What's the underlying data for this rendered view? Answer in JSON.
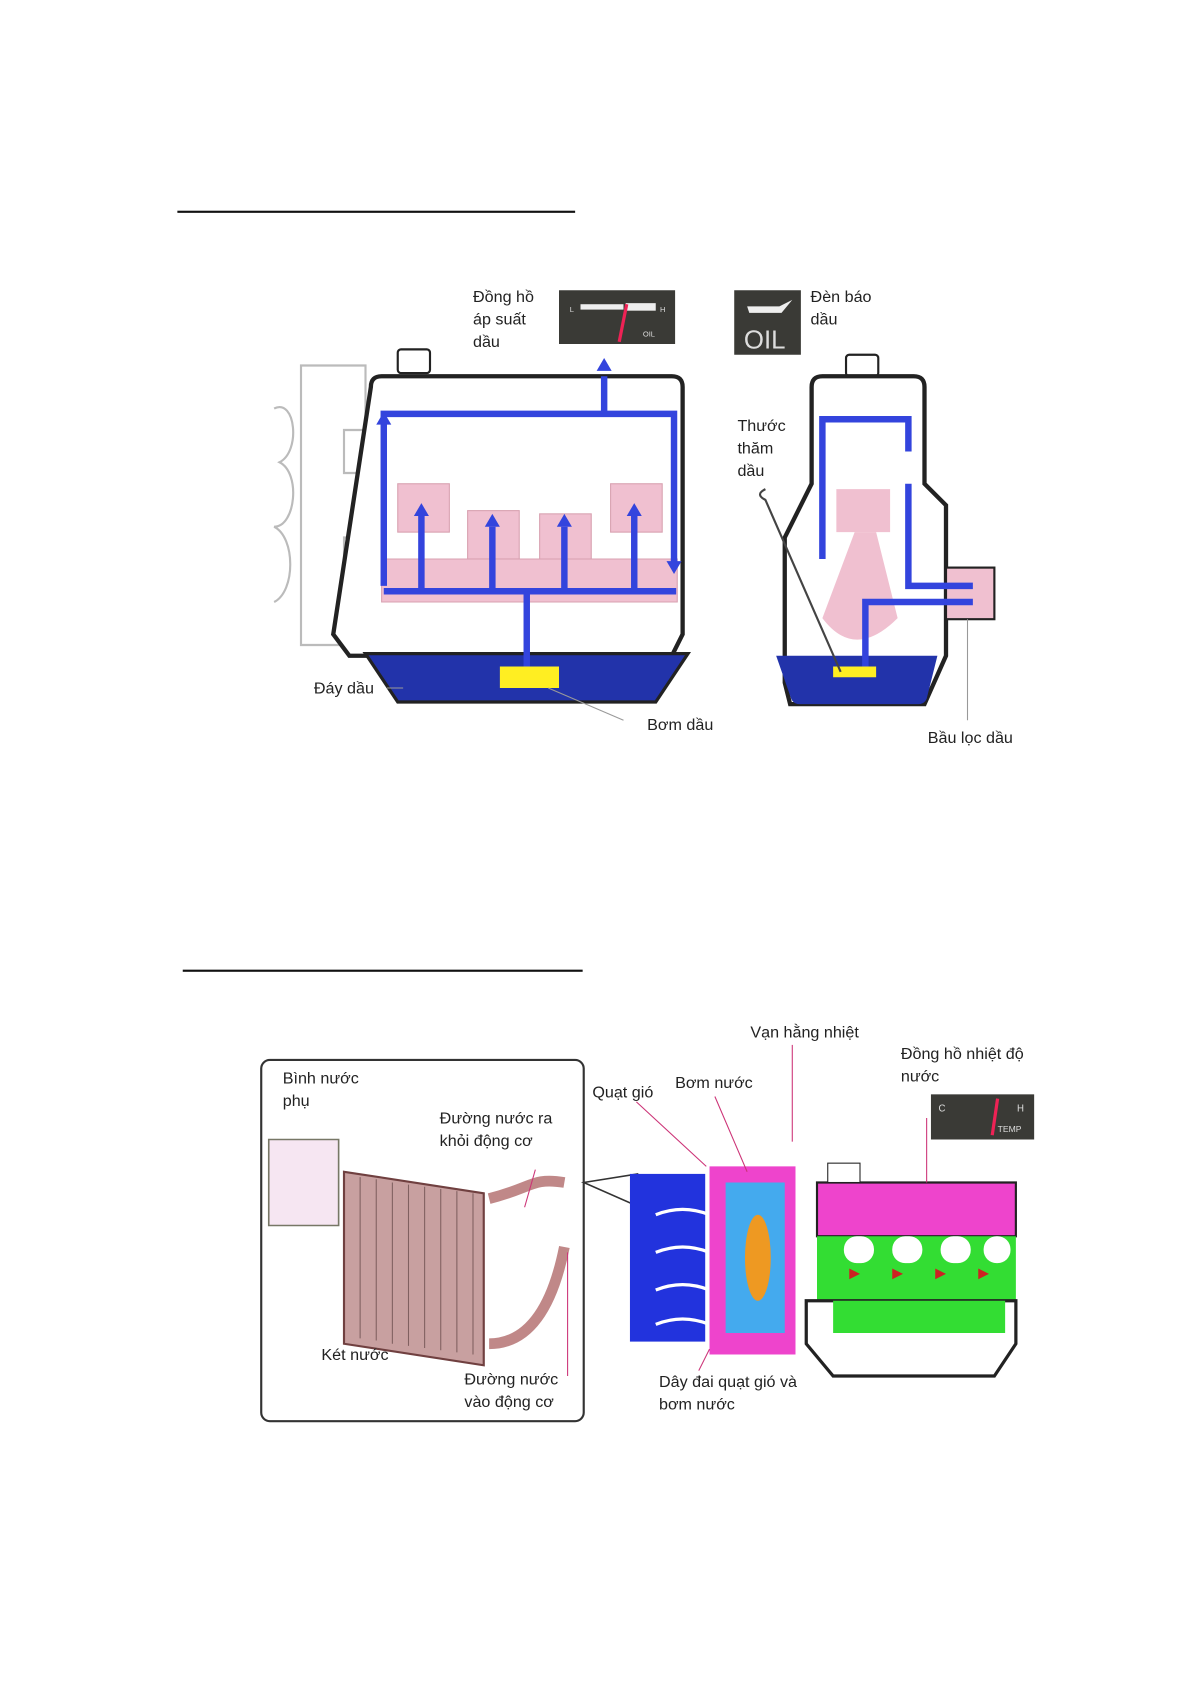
{
  "lubrication": {
    "oil_pressure_gauge_label": "Đồng hồ áp suất dầu",
    "oil_warning_light_label": "Đèn báo dầu",
    "dipstick_label": "Thước thăm dầu",
    "oil_pan_label": "Đáy dầu",
    "oil_pump_label": "Bơm dầu",
    "oil_filter_label": "Bầu lọc dầu",
    "gauge": {
      "low": "L",
      "high": "H",
      "name": "OIL"
    },
    "lamp_text": "OIL"
  },
  "cooling": {
    "reservoir_label": "Bình nước phụ",
    "outlet_hose_label": "Đường nước ra khỏi động cơ",
    "fan_label": "Quạt gió",
    "water_pump_label": "Bơm nước",
    "thermostat_label": "Vạn hằng nhiệt",
    "temp_gauge_label": "Đồng hồ nhiệt độ nước",
    "radiator_label": "Két nước",
    "inlet_hose_label": "Đường nước vào động cơ",
    "belt_label": "Dây đai quạt gió và bơm nước",
    "gauge": {
      "cold": "C",
      "hot": "H",
      "name": "TEMP"
    }
  },
  "colors": {
    "oil_flow": "#3344dd",
    "oil": "#2233aa",
    "engine_parts": "#f0c0d0",
    "coolant_hot": "#ee44cc",
    "coolant_cool": "#33dd33"
  }
}
